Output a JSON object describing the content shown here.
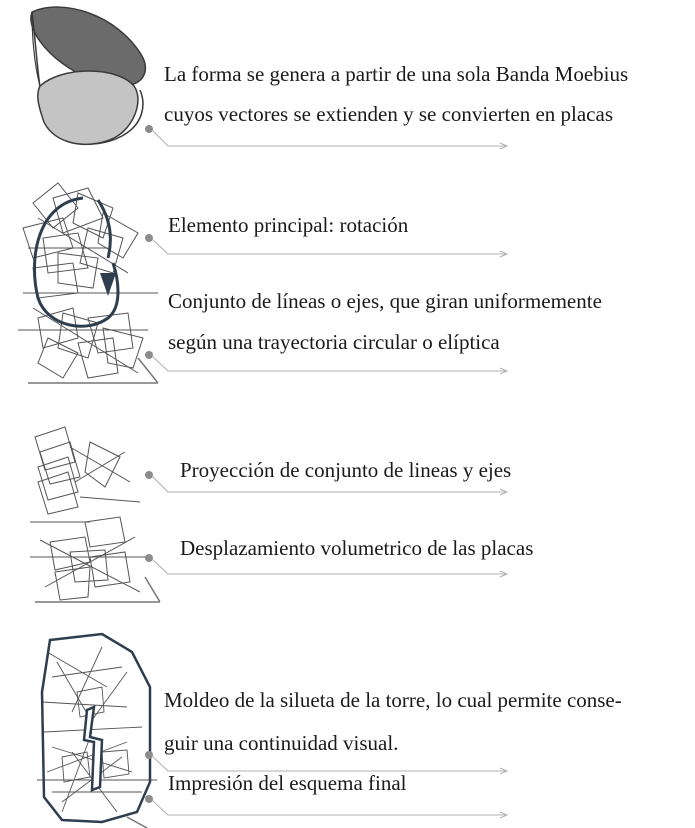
{
  "steps": [
    {
      "id": "moebius",
      "lines": [
        "La forma se genera a partir de una sola Banda Moebius",
        "cuyos vectores se extienden y se convierten en placas"
      ]
    },
    {
      "id": "rotation",
      "lines": [
        "Elemento principal: rotación"
      ]
    },
    {
      "id": "axes",
      "lines": [
        "Conjunto de líneas o ejes, que giran uniformemente",
        "según una trayectoria circular o elíptica"
      ]
    },
    {
      "id": "projection",
      "lines": [
        "Proyección de conjunto de lineas y ejes"
      ]
    },
    {
      "id": "displacement",
      "lines": [
        "Desplazamiento volumetrico de las placas"
      ]
    },
    {
      "id": "molding",
      "lines": [
        "Moldeo de la silueta de la torre, lo cual permite conse-",
        "guir una continuidad visual."
      ]
    },
    {
      "id": "final",
      "lines": [
        "Impresión del esquema final"
      ]
    }
  ],
  "colors": {
    "text": "#1a1a1a",
    "leader_line": "#b0b0b0",
    "leader_dot": "#8c8c8c",
    "outline": "#2f3e4e",
    "sketch_line": "#555555",
    "moebius_dark": "#6b6b6b",
    "moebius_light": "#c4c4c4"
  }
}
